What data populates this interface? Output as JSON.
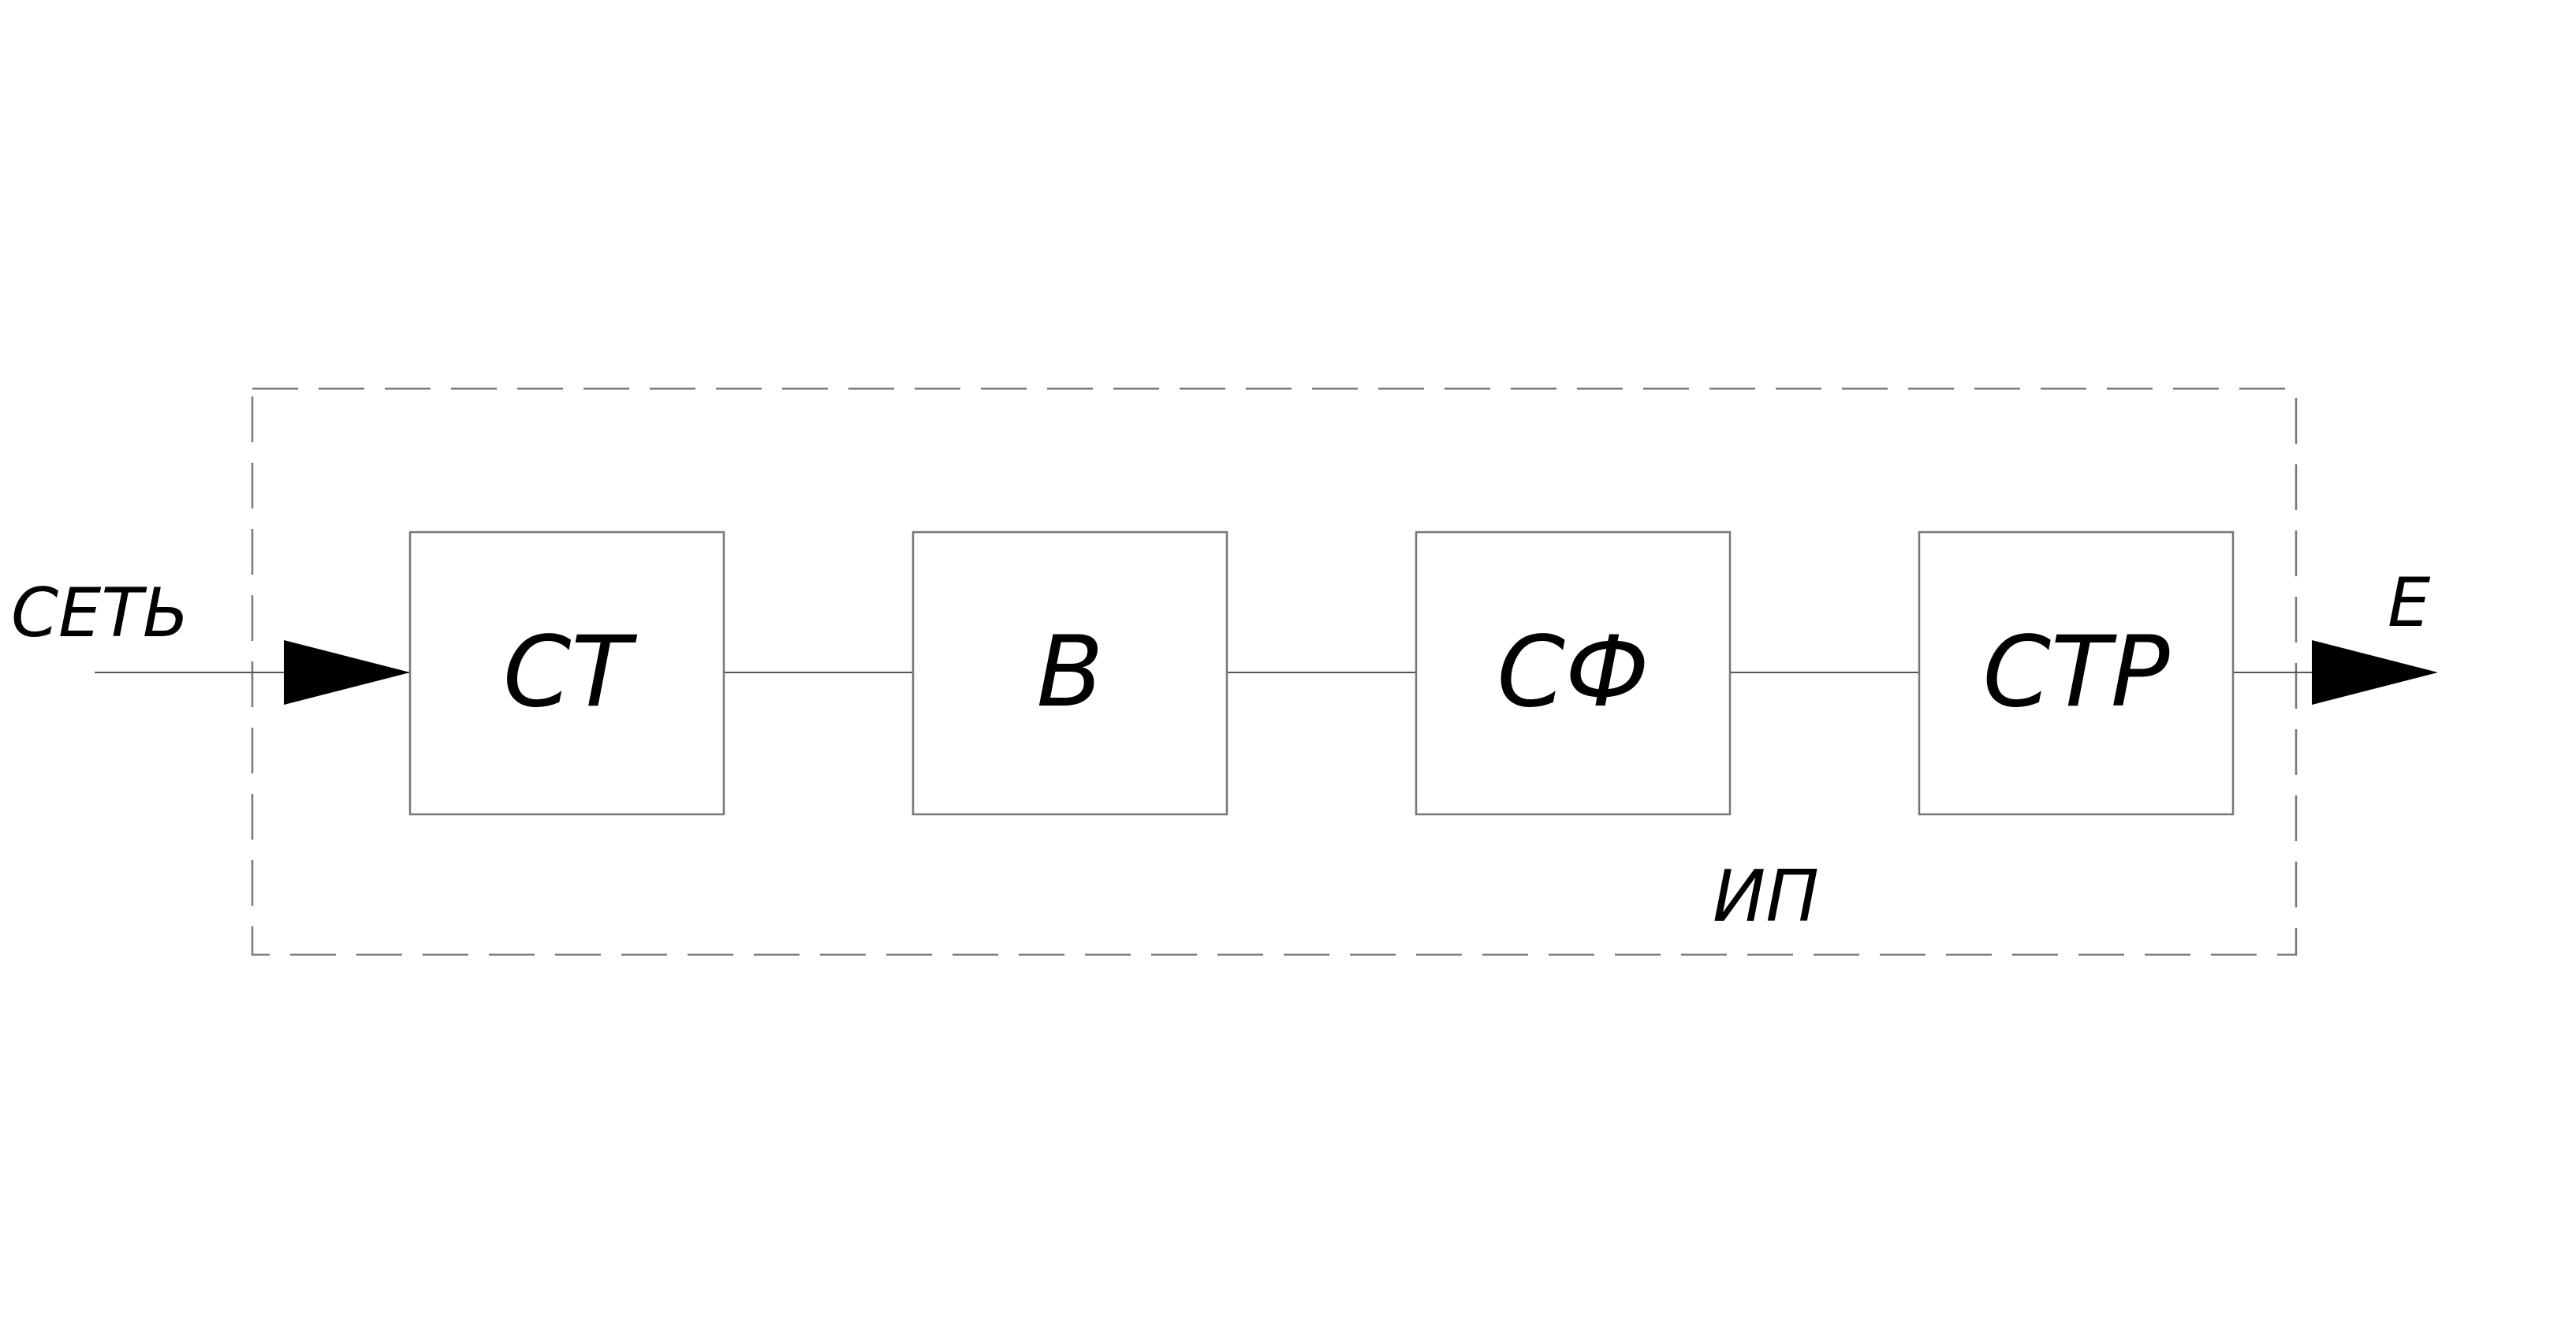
{
  "diagram": {
    "input_label": "СЕТЬ",
    "output_label": "Е",
    "group_label": "ИП",
    "blocks": [
      {
        "id": "st",
        "label": "СТ"
      },
      {
        "id": "v",
        "label": "В"
      },
      {
        "id": "sf",
        "label": "СФ"
      },
      {
        "id": "str",
        "label": "СТР"
      }
    ],
    "connections": [
      {
        "from": "СЕТЬ",
        "to": "st"
      },
      {
        "from": "st",
        "to": "v"
      },
      {
        "from": "v",
        "to": "sf"
      },
      {
        "from": "sf",
        "to": "str"
      },
      {
        "from": "str",
        "to": "Е"
      }
    ],
    "colors": {
      "stroke": "#777777",
      "text": "#000000",
      "arrow": "#000000",
      "background": "#ffffff"
    }
  }
}
